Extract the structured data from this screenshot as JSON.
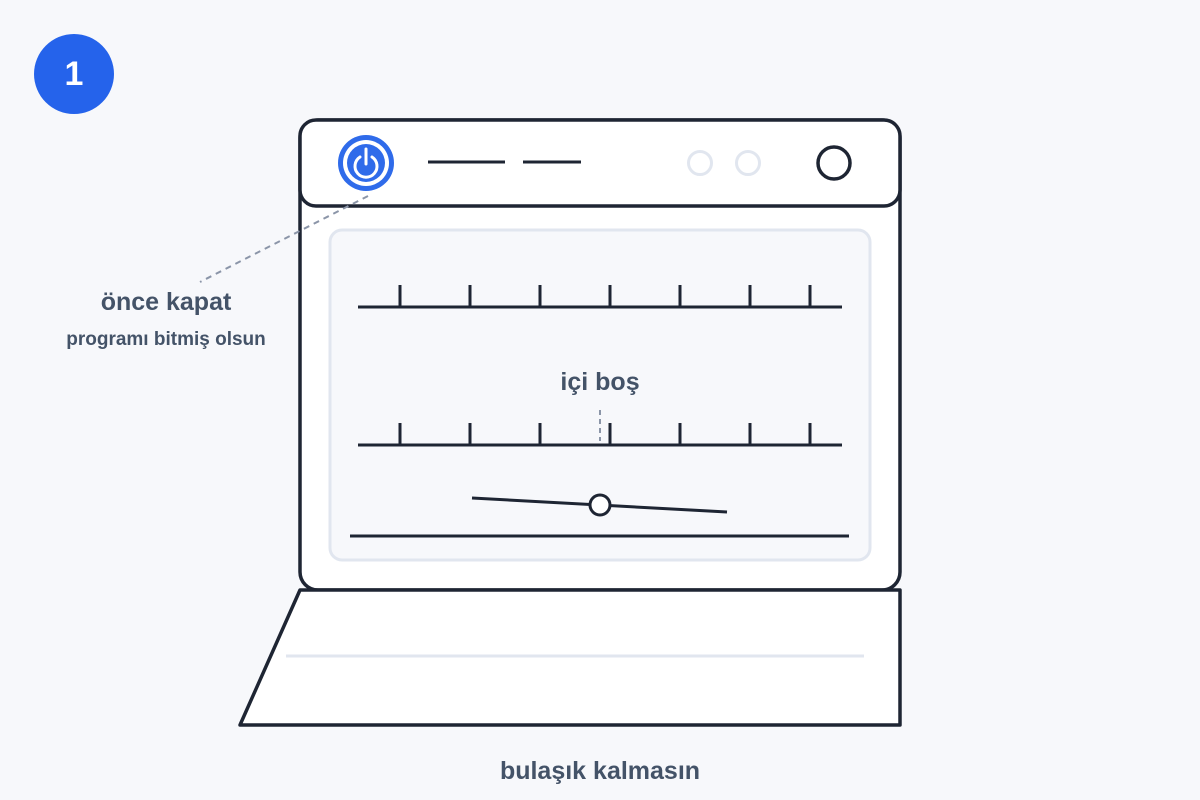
{
  "step": {
    "number": "1"
  },
  "labels": {
    "power_title": "önce kapat",
    "power_subtitle": "programı bitmiş olsun",
    "interior": "içi boş",
    "bottom": "bulaşık kalmasın"
  },
  "icons": {
    "power": "power-icon",
    "status_lights": [
      "indicator-light",
      "indicator-light"
    ],
    "knob": "program-knob"
  },
  "colors": {
    "accent": "#2563eb",
    "outline": "#1e2533",
    "text": "#445368",
    "muted": "#e1e6ef",
    "leader": "#8b95a8",
    "background": "#f7f8fb"
  }
}
